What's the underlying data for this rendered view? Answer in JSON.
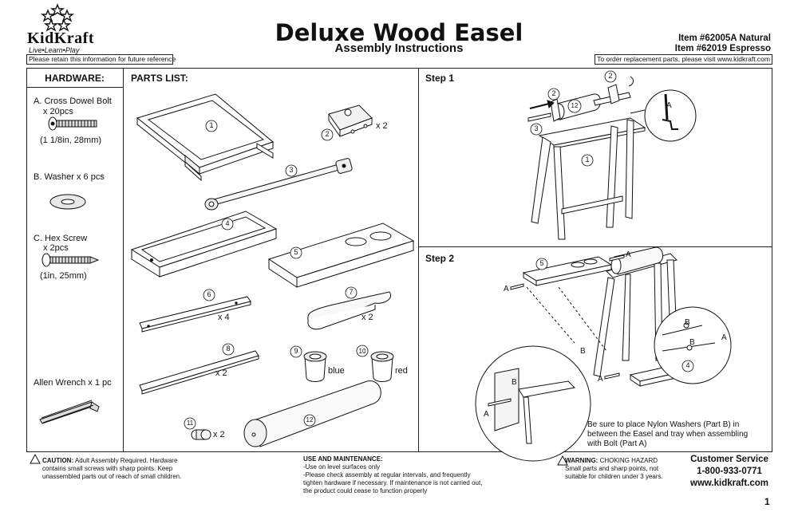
{
  "brand": {
    "name": "KidKraft",
    "tagline": "Live•Learn•Play",
    "retain_note": "Please retain this information for future reference"
  },
  "header": {
    "title": "Deluxe Wood Easel",
    "subtitle": "Assembly Instructions",
    "item1": "Item #62005A Natural",
    "item2": "Item #62019 Espresso",
    "replacement": "To order replacement parts, please visit www.kidkraft.com"
  },
  "hardware": {
    "heading": "HARDWARE:",
    "a_label": "A. Cross Dowel Bolt",
    "a_qty": "x 20pcs",
    "a_size": "(1 1/8in, 28mm)",
    "b_label": "B. Washer x 6 pcs",
    "c_label": "C. Hex Screw",
    "c_qty": "x 2pcs",
    "c_size": "(1in, 25mm)",
    "wrench": "Allen Wrench x 1 pc"
  },
  "parts": {
    "heading": "PARTS LIST:",
    "n1": "1",
    "n2": "2",
    "n3": "3",
    "n4": "4",
    "n5": "5",
    "n6": "6",
    "n7": "7",
    "n8": "8",
    "n9": "9",
    "n10": "10",
    "n11": "11",
    "n12": "12",
    "q2": "x 2",
    "q6": "x 4",
    "q7": "x 2",
    "q8": "x 2",
    "q11": "x 2",
    "blue": "blue",
    "red": "red"
  },
  "step1": {
    "heading": "Step 1",
    "c2a": "2",
    "c2b": "2",
    "c12": "12",
    "c3": "3",
    "c1": "1",
    "a": "A"
  },
  "step2": {
    "heading": "Step 2",
    "c5": "5",
    "c4": "4",
    "a1": "A",
    "a2": "A",
    "a3": "A",
    "a4": "A",
    "a5": "A",
    "b1": "B",
    "b2": "B",
    "b3": "B",
    "b4": "B",
    "note": "Be sure to place Nylon Washers (Part B) in between the Easel and tray when assembling with Bolt (Part A)"
  },
  "footer": {
    "caution_title": "CAUTION:",
    "caution_text": "Adult Assembly Required. Hardware contains small screws with sharp points. Keep unassembled parts out of reach of small children.",
    "use_title": "USE AND MAINTENANCE:",
    "use_1": "-Use on level surfaces only",
    "use_2": "-Please check assembly at regular intervals, and frequently",
    "use_3": "tighten hardware if necessary. If maintenance is not carried out,",
    "use_4": "the product could cease to function properly",
    "warn_title": "WARNING:",
    "warn_sub": "CHOKING HAZARD",
    "warn_text": "Small parts and sharp points, not suitable for children under 3 years.",
    "cs_title": "Customer Service",
    "cs_phone": "1-800-933-0771",
    "cs_web": "www.kidkraft.com",
    "page": "1"
  }
}
